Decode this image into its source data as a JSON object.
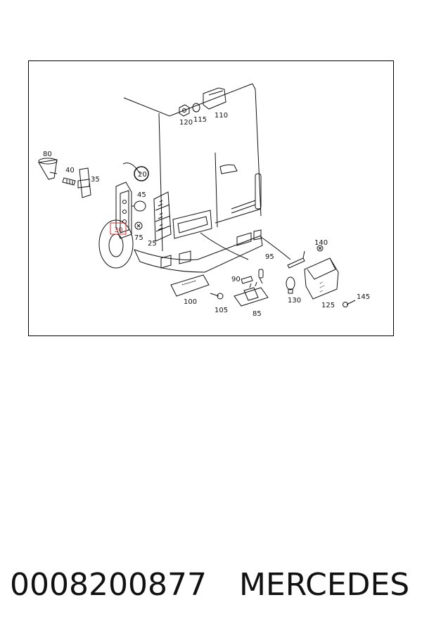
{
  "diagram": {
    "callouts": {
      "c20": "20",
      "c25": "25",
      "c30": "30",
      "c35": "35",
      "c40": "40",
      "c45": "45",
      "c75": "75",
      "c80": "80",
      "c85": "85",
      "c90": "90",
      "c95": "95",
      "c100": "100",
      "c105": "105",
      "c110": "110",
      "c115": "115",
      "c120": "120",
      "c125": "125",
      "c130": "130",
      "c140": "140",
      "c145": "145"
    },
    "highlight_color": "#d23030"
  },
  "footer": {
    "part_number": "0008200877",
    "brand": "MERCEDES"
  }
}
